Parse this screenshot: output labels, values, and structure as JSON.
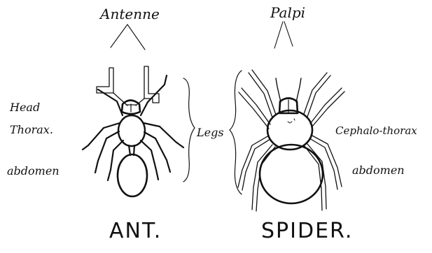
{
  "labels": {
    "antennae": "Antenne",
    "palpi": "Palpi",
    "head": "Head",
    "thorax": "Thorax.",
    "abdomen_ant": "abdomen",
    "legs": "Legs",
    "cephalothorax": "Cephalo-thorax",
    "abdomen_spider": "abdomen"
  },
  "captions": {
    "ant": "ANT.",
    "spider": "SPIDER."
  },
  "colors": {
    "ink": "#111111",
    "paper": "#ffffff"
  }
}
